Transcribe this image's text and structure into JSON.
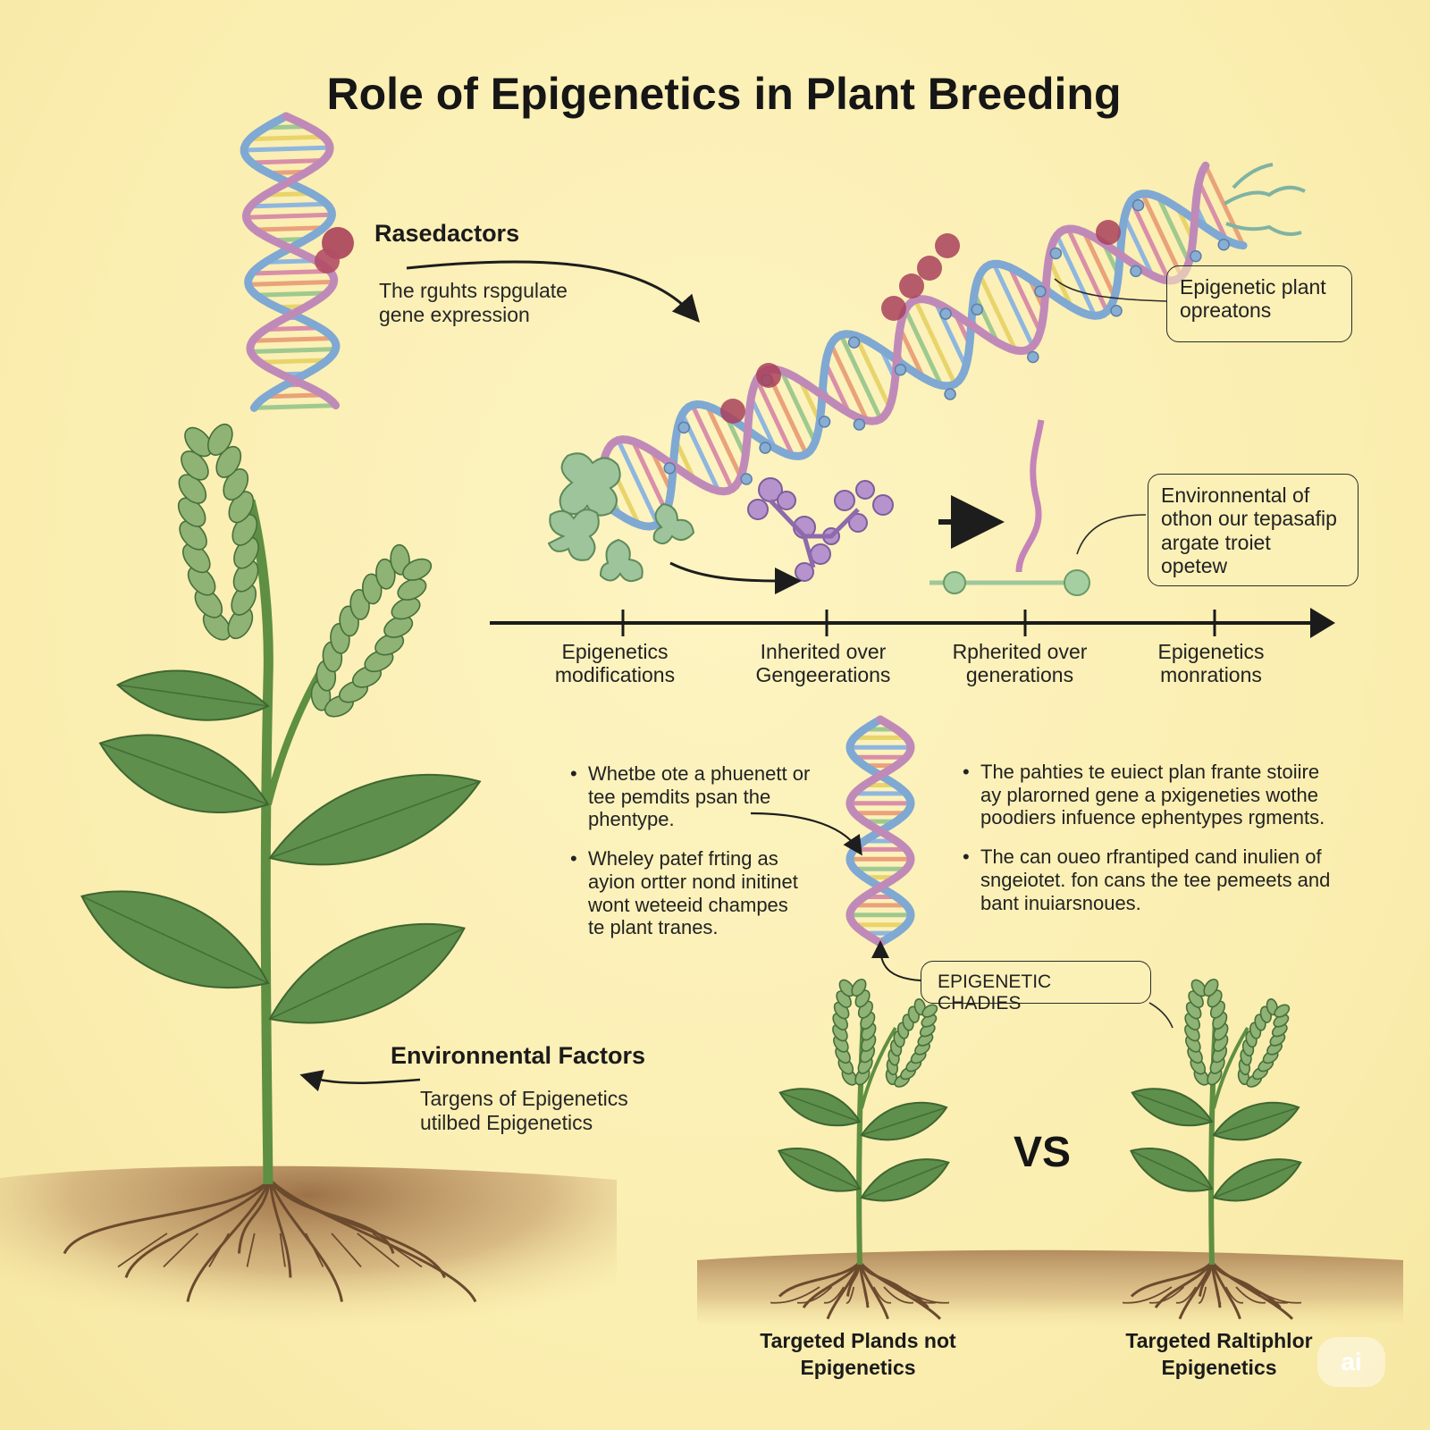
{
  "title": "Role of Epigenetics in Plant Breeding",
  "top_left": {
    "heading": "Rasedactors",
    "text": "The rguhts rspgulate\ngene expression"
  },
  "callout_top_right": "Epigenetic plant\nopreatons",
  "callout_middle_right": "Environnental of\nothon our tepasafip\nargate troiet\nopetew",
  "timeline": {
    "labels": [
      "Epigenetics\nmodifications",
      "Inherited over\nGengeerations",
      "Rpherited over\ngenerations",
      "Epigenetics\nmonrations"
    ]
  },
  "bullets_left": [
    "Whetbe ote a phuenett or\ntee pemdits psan the\nphentype.",
    "Wheley patef frting as\nayion ortter nond initinet\nwont weteeid champes\nte plant tranes."
  ],
  "bullets_right": [
    "The pahties te euiect plan frante stoiire\nay plarorned gene a pxigeneties wothe\npoodiers infuence ephentypes rgments.",
    "The can oueo rfrantiped cand inulien of\nsngeiotet. fon cans the tee pemeets and\nbant inuiarsnoues."
  ],
  "epigenetic_changes_label": "EPIGENETIC CHADIES",
  "environmental": {
    "heading": "Environnental Factors",
    "text": "Targens of Epigenetics\nutilbed Epigenetics"
  },
  "vs_label": "VS",
  "captions": {
    "left": "Targeted Plands not\nEpigenetics",
    "right": "Targeted Raltiphlor\nEpigenetics"
  },
  "watermark": "ai",
  "colors": {
    "background": "#fbf0b2",
    "leaf_green": "#5b8a4a",
    "dna_blue": "#7fa8d3",
    "dna_pink": "#c08ab8",
    "protein_red": "#a8415a",
    "soil": "#b08a5c"
  }
}
